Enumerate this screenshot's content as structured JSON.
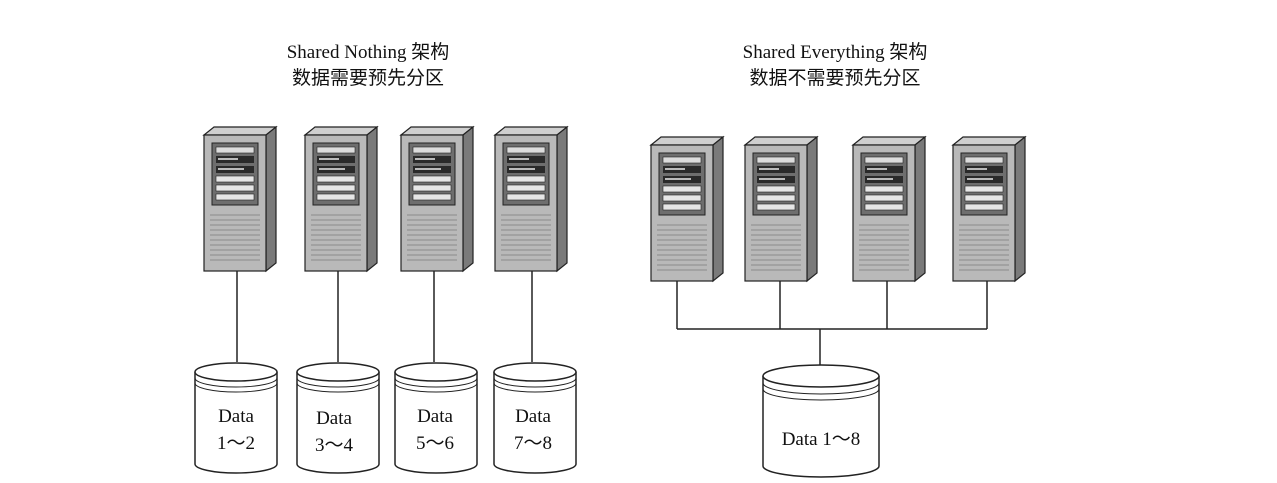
{
  "left": {
    "title": "Shared Nothing 架构",
    "subtitle": "数据需要预先分区",
    "disks": [
      {
        "line1": "Data",
        "line2": "1～2"
      },
      {
        "line1": "Data",
        "line2": "3～4"
      },
      {
        "line1": "Data",
        "line2": "5～6"
      },
      {
        "line1": "Data",
        "line2": "7～8"
      }
    ]
  },
  "right": {
    "title": "Shared Everything 架构",
    "subtitle": "数据不需要预先分区",
    "disk": {
      "label": "Data 1～8"
    }
  },
  "icons": {
    "server": "server-tower-icon",
    "disk": "database-cylinder-icon"
  }
}
